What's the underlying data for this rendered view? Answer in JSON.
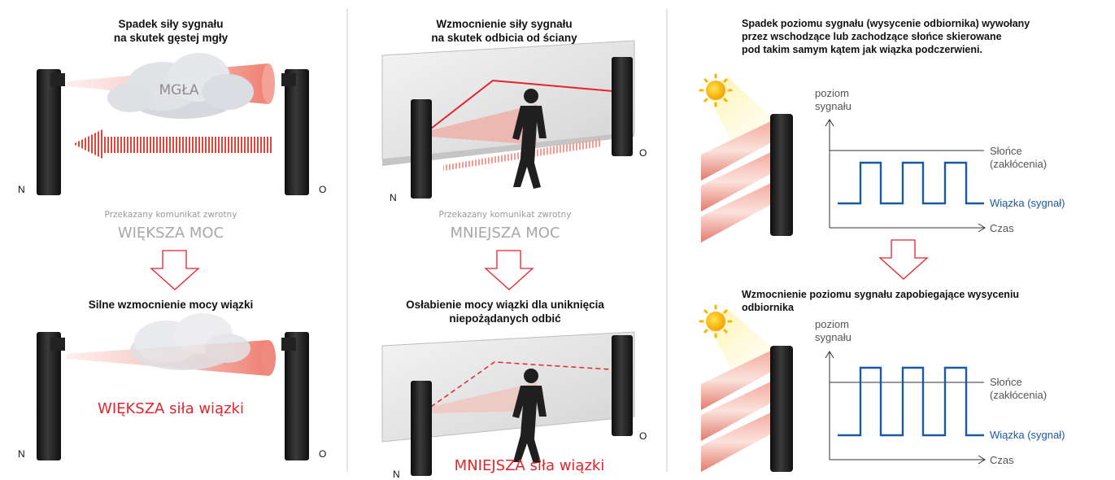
{
  "panel_left": {
    "title_line1": "Spadek siły sygnału",
    "title_line2": "na skutek gęstej mgły",
    "fog_label": "MGŁA",
    "label_n": "N",
    "label_o": "O",
    "feedback_small": "Przekazany komunikat zwrotny",
    "feedback_big": "WIĘKSZA MOC",
    "result_title": "Silne wzmocnienie mocy wiązki",
    "result_text": "WIĘKSZA siła wiązki",
    "label_n2": "N",
    "label_o2": "O"
  },
  "panel_middle": {
    "title_line1": "Wzmocnienie siły sygnału",
    "title_line2": "na skutek odbicia od ściany",
    "label_n": "N",
    "label_o": "O",
    "feedback_small": "Przekazany komunikat zwrotny",
    "feedback_big": "MNIEJSZA MOC",
    "result_title_line1": "Osłabienie mocy wiązki dla uniknięcia",
    "result_title_line2": "niepożądanych odbić",
    "result_text": "MNIEJSZA siła wiązki",
    "label_n2": "N",
    "label_o2": "O"
  },
  "panel_right": {
    "title_line1": "Spadek poziomu sygnału (wysycenie odbiornika) wywołany",
    "title_line2": "przez wschodzące lub zachodzące słońce skierowane",
    "title_line3": "pod takim samym kątem jak wiązka podczerwieni.",
    "graph1": {
      "y_label_1": "poziom",
      "y_label_2": "sygnału",
      "sun_label_1": "Słońce",
      "sun_label_2": "(zakłócenia)",
      "beam_label": "Wiązka (sygnał)",
      "x_label": "Czas"
    },
    "result_title_line1": "Wzmocnienie poziomu sygnału zapobiegające wysyceniu",
    "result_title_line2": "odbiornika",
    "graph2": {
      "y_label_1": "poziom",
      "y_label_2": "sygnału",
      "sun_label_1": "Słońce",
      "sun_label_2": "(zakłócenia)",
      "beam_label": "Wiązka (sygnał)",
      "x_label": "Czas"
    }
  },
  "colors": {
    "red": "#e5242b",
    "beam_blue": "#1a5aa3",
    "sensor_dark": "#1e1e1e",
    "divider": "#cccccc"
  }
}
